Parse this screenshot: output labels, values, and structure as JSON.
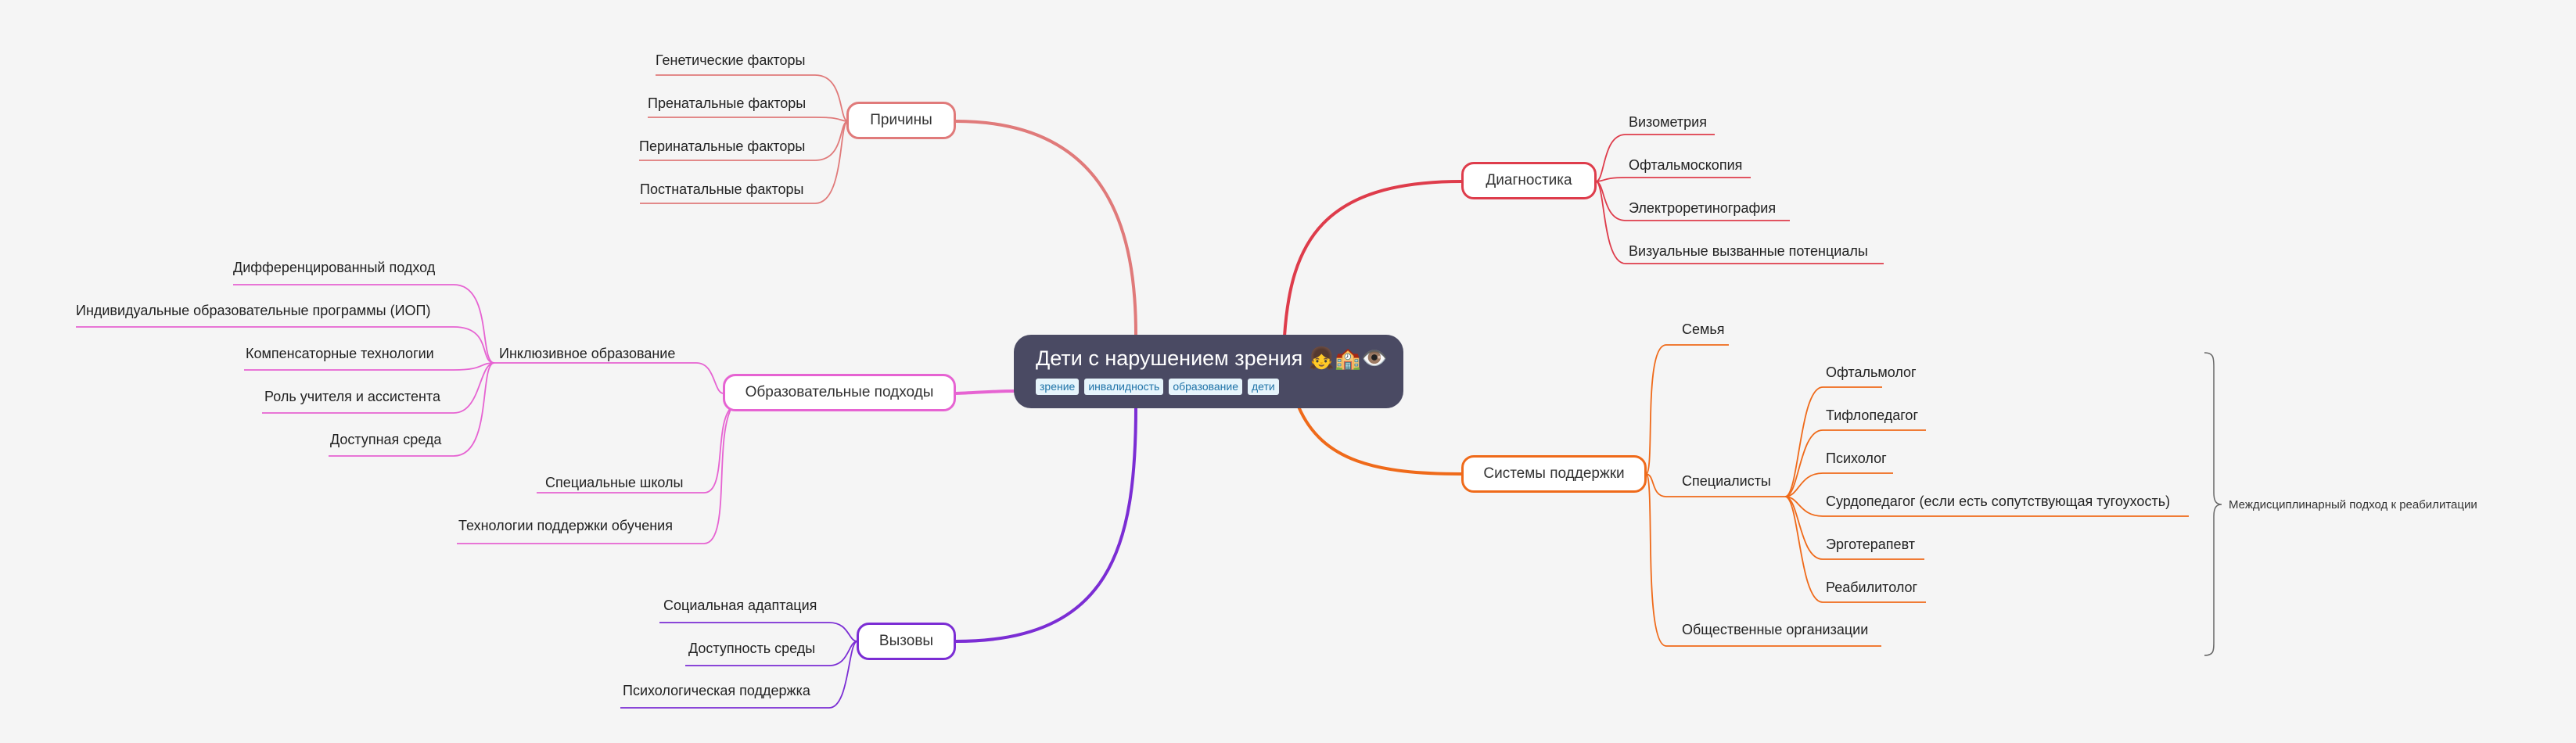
{
  "root": {
    "title": "Дети с нарушением зрения 👧🏫👁️",
    "tags": [
      "зрение",
      "инвалидность",
      "образование",
      "дети"
    ]
  },
  "colors": {
    "background": "#f5f5f5",
    "root_fill": "#4a4a63",
    "causes": "#e07a7a",
    "diagnostics": "#de3c4b",
    "education": "#e663d2",
    "challenges": "#7b2dd4",
    "support": "#ef6a1a"
  },
  "branches": {
    "causes": {
      "label": "Причины",
      "children": [
        "Генетические факторы",
        "Пренатальные факторы",
        "Перинатальные факторы",
        "Постнатальные факторы"
      ]
    },
    "diagnostics": {
      "label": "Диагностика",
      "children": [
        "Визометрия",
        "Офтальмоскопия",
        "Электроретинография",
        "Визуальные вызванные потенциалы"
      ]
    },
    "education": {
      "label": "Образовательные подходы",
      "inclusive": {
        "label": "Инклюзивное образование",
        "children": [
          "Дифференцированный подход",
          "Индивидуальные образовательные программы (ИОП)",
          "Компенсаторные технологии",
          "Роль учителя и ассистента",
          "Доступная среда"
        ]
      },
      "others": [
        "Специальные школы",
        "Технологии поддержки обучения"
      ]
    },
    "challenges": {
      "label": "Вызовы",
      "children": [
        "Социальная адаптация",
        "Доступность среды",
        "Психологическая поддержка"
      ]
    },
    "support": {
      "label": "Системы поддержки",
      "family": "Семья",
      "specialists": {
        "label": "Специалисты",
        "children": [
          "Офтальмолог",
          "Тифлопедагог",
          "Психолог",
          "Сурдопедагог (если есть сопутствующая тугоухость)",
          "Эрготерапевт",
          "Реабилитолог"
        ],
        "summary": "Междисциплинарный подход к реабилитации"
      },
      "organizations": "Общественные организации"
    }
  }
}
